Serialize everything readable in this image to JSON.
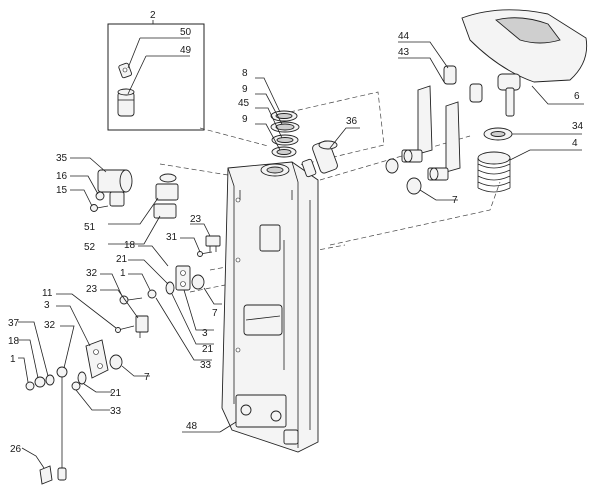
{
  "diagram": {
    "inset_label": "2",
    "callouts": {
      "c50": "50",
      "c49": "49",
      "c8": "8",
      "c9a": "9",
      "c45": "45",
      "c9b": "9",
      "c36": "36",
      "c44": "44",
      "c43": "43",
      "c6": "6",
      "c34": "34",
      "c4": "4",
      "c7a": "7",
      "c35": "35",
      "c16": "16",
      "c15": "15",
      "c51": "51",
      "c52": "52",
      "c23a": "23",
      "c31": "31",
      "c18a": "18",
      "c21a": "21",
      "c1a": "1",
      "c32a": "32",
      "c7b": "7",
      "c3a": "3",
      "c21b": "21",
      "c33a": "33",
      "c23b": "23",
      "c11": "11",
      "c3b": "3",
      "c32b": "32",
      "c37": "37",
      "c18b": "18",
      "c1b": "1",
      "c7c": "7",
      "c21c": "21",
      "c33b": "33",
      "c48": "48",
      "c26": "26"
    }
  }
}
